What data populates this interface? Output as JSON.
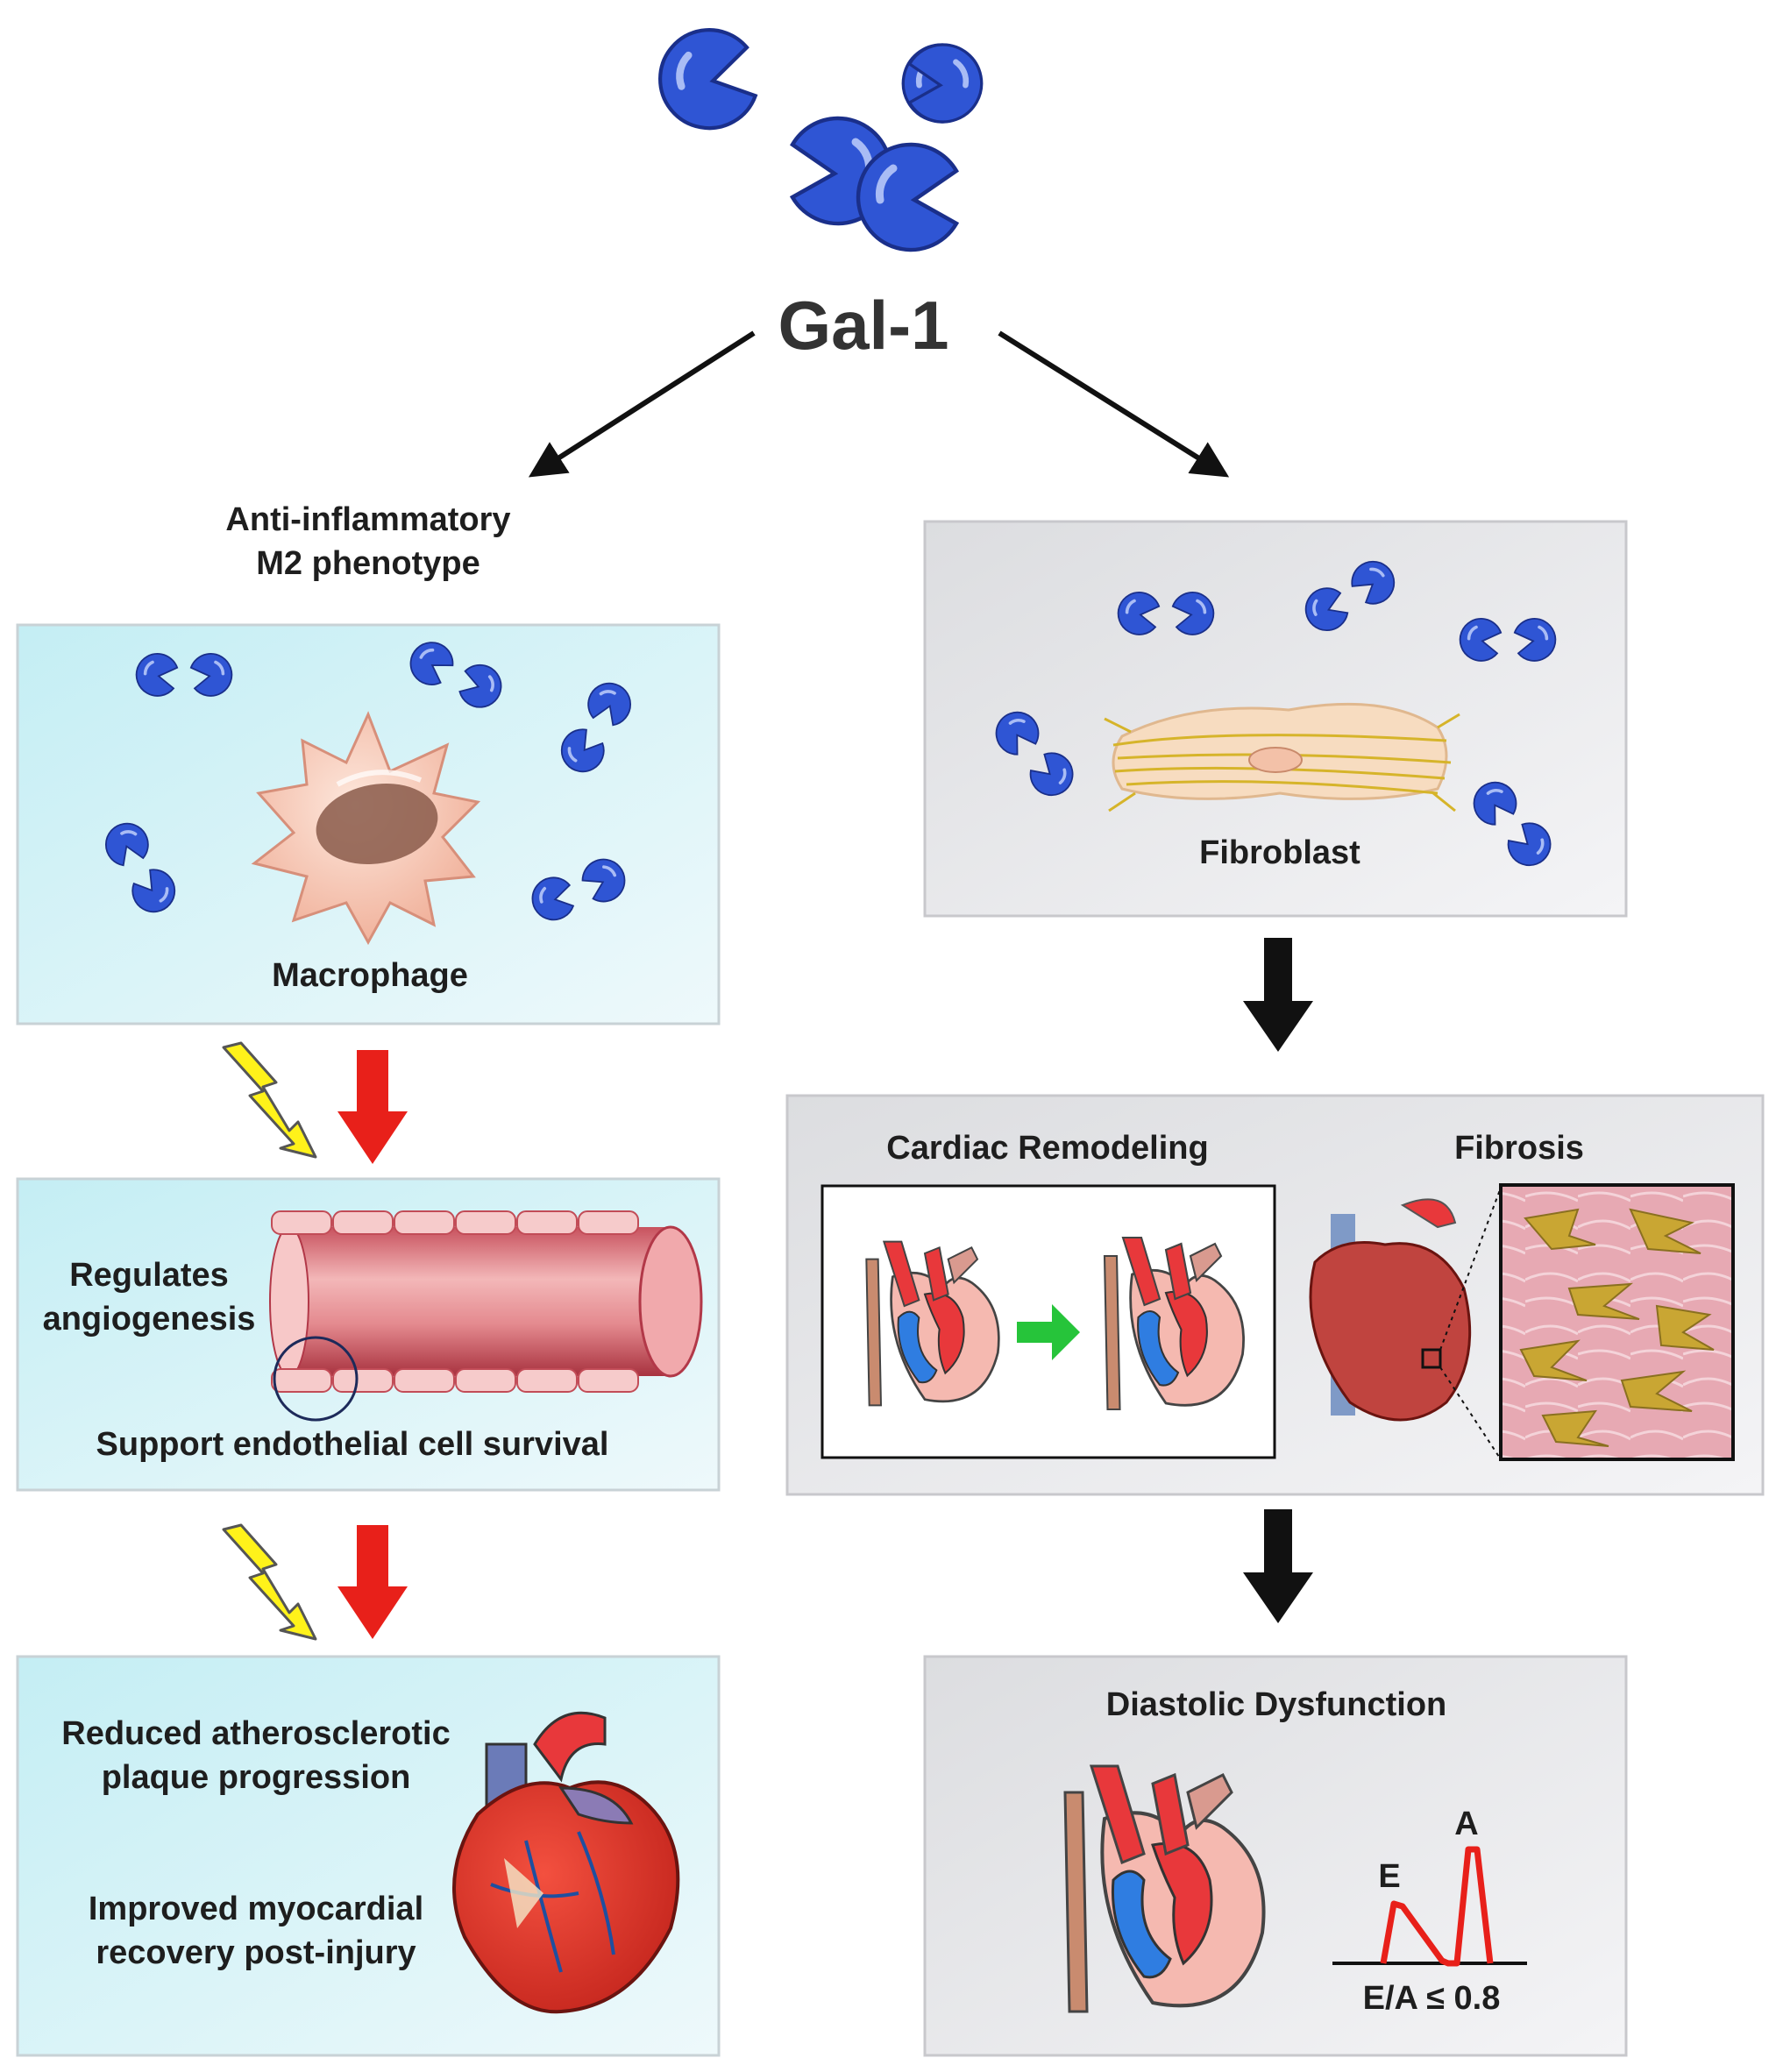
{
  "title": "Gal-1",
  "left": {
    "header_line1": "Anti-inflammatory",
    "header_line2": "M2 phenotype",
    "box1_label": "Macrophage",
    "box2_label1": "Regulates",
    "box2_label2": "angiogenesis",
    "box2_label3": "Support endothelial cell survival",
    "box3_label1": "Reduced atherosclerotic",
    "box3_label2": "plaque progression",
    "box3_label3": "Improved myocardial",
    "box3_label4": "recovery post-injury"
  },
  "right": {
    "box1_label": "Fibroblast",
    "box2_label1": "Cardiac Remodeling",
    "box2_label2": "Fibrosis",
    "box3_label": "Diastolic Dysfunction",
    "wave_label_e": "E",
    "wave_label_a": "A",
    "ratio_label": "E/A ≤ 0.8"
  },
  "colors": {
    "galectin": "#2f55d4",
    "arrow_red": "#e8201a",
    "arrow_black": "#111111",
    "left_panel": "#d4f3f7",
    "right_panel": "#e8e9ec"
  }
}
